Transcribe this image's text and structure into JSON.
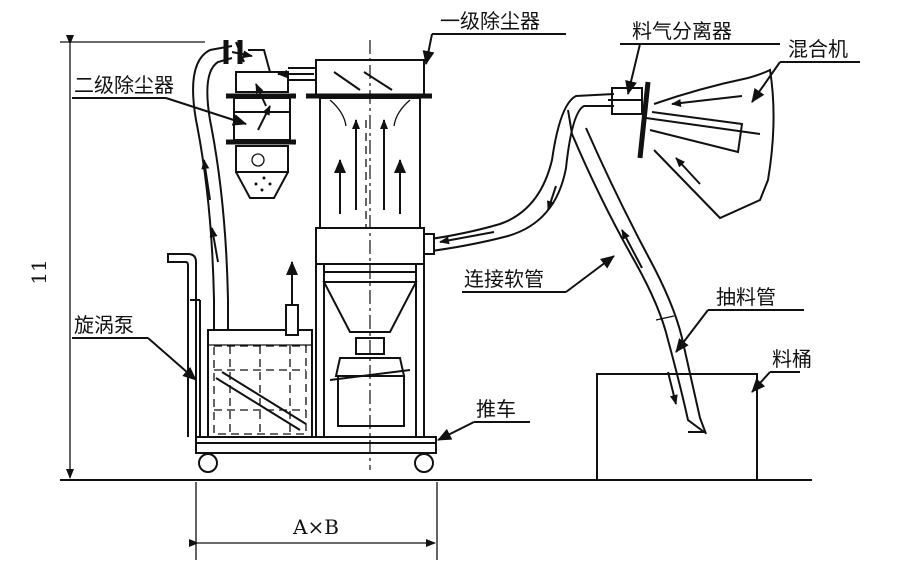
{
  "labels": {
    "primary_collector": "一级除尘器",
    "secondary_collector": "二级除尘器",
    "separator": "料气分离器",
    "mixer": "混合机",
    "vortex_pump": "旋涡泵",
    "hose": "连接软管",
    "suction_pipe": "抽料管",
    "bucket": "料桶",
    "cart": "推车"
  },
  "dimensions": {
    "height": "11",
    "width": "A×B"
  }
}
